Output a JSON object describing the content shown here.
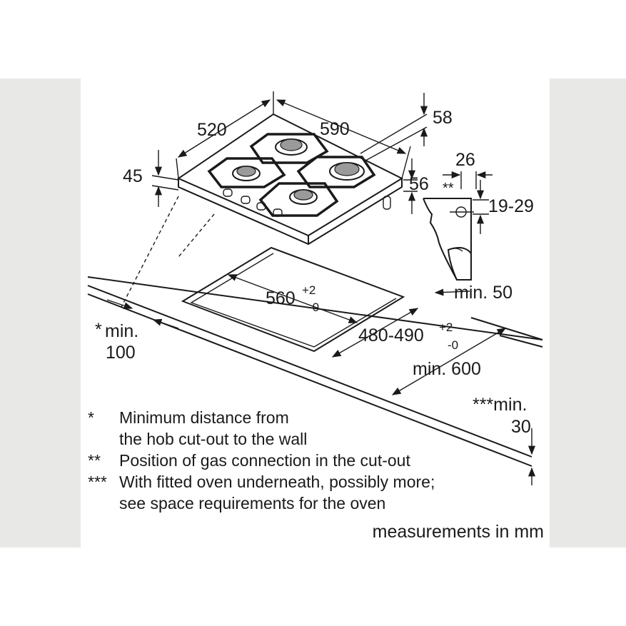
{
  "dimensions": {
    "width": "520",
    "length": "590",
    "height_top": "58",
    "thickness_left": "45",
    "thickness_right": "56",
    "gas_offset": "26",
    "gas_marker": "**",
    "gas_height": "19-29",
    "cutout_width": "560",
    "cutout_width_tol_upper": "+2",
    "cutout_width_tol_lower": "-0",
    "cutout_depth": "480-490",
    "cutout_depth_tol_upper": "+2",
    "cutout_depth_tol_lower": "-0",
    "min_back": "min. 50",
    "min_wall_marker": "*",
    "min_wall_label": "min.",
    "min_wall_value": "100",
    "min_front": "min. 600",
    "min_oven_label": "***min.",
    "min_oven_value": "30"
  },
  "notes": [
    {
      "marker": "*",
      "lines": [
        "Minimum distance from",
        "the hob cut-out to the wall"
      ]
    },
    {
      "marker": "**",
      "lines": [
        "Position of gas connection in the cut-out"
      ]
    },
    {
      "marker": "***",
      "lines": [
        "With fitted oven underneath, possibly more;",
        "see space requirements for the oven"
      ]
    }
  ],
  "units_note": "measurements in mm",
  "colors": {
    "line": "#1a1a1a",
    "background": "#ffffff",
    "side_panels": "#e8e8e6"
  }
}
